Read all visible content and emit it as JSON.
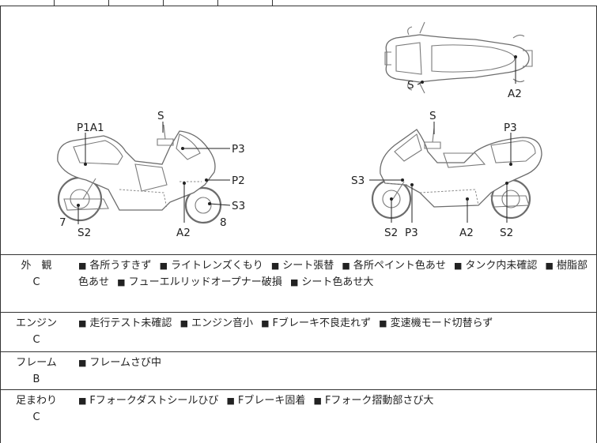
{
  "diagram": {
    "top_view": {
      "labels": {
        "s": "S",
        "a2": "A2"
      }
    },
    "left_view": {
      "labels": {
        "p1a1": "P1A1",
        "s": "S",
        "p3": "P3",
        "p2": "P2",
        "s3": "S3",
        "num7": "7",
        "s2": "S2",
        "a2": "A2",
        "num8": "8"
      }
    },
    "right_view": {
      "labels": {
        "s": "S",
        "p3_top": "P3",
        "s3": "S3",
        "s2_left": "S2",
        "p3_bottom": "P3",
        "a2": "A2",
        "s2_right": "S2"
      }
    }
  },
  "report": {
    "bullet": "■",
    "rows": [
      {
        "category": "外　観",
        "grade": "C",
        "items": [
          "各所うすきず",
          "ライトレンズくもり",
          "シート張替",
          "各所ペイント色あせ",
          "タンク内未確認",
          "樹脂部色あせ",
          "フューエルリッドオープナー破損",
          "シート色あせ大"
        ]
      },
      {
        "category": "エンジン",
        "grade": "C",
        "items": [
          "走行テスト未確認",
          "エンジン音小",
          "Fブレーキ不良走れず",
          "変速機モード切替らず"
        ]
      },
      {
        "category": "フレーム",
        "grade": "B",
        "items": [
          "フレームさび中"
        ]
      },
      {
        "category": "足まわり",
        "grade": "C",
        "items": [
          "Fフォークダストシールひび",
          "Fブレーキ固着",
          "Fフォーク摺動部さび大"
        ]
      }
    ]
  }
}
